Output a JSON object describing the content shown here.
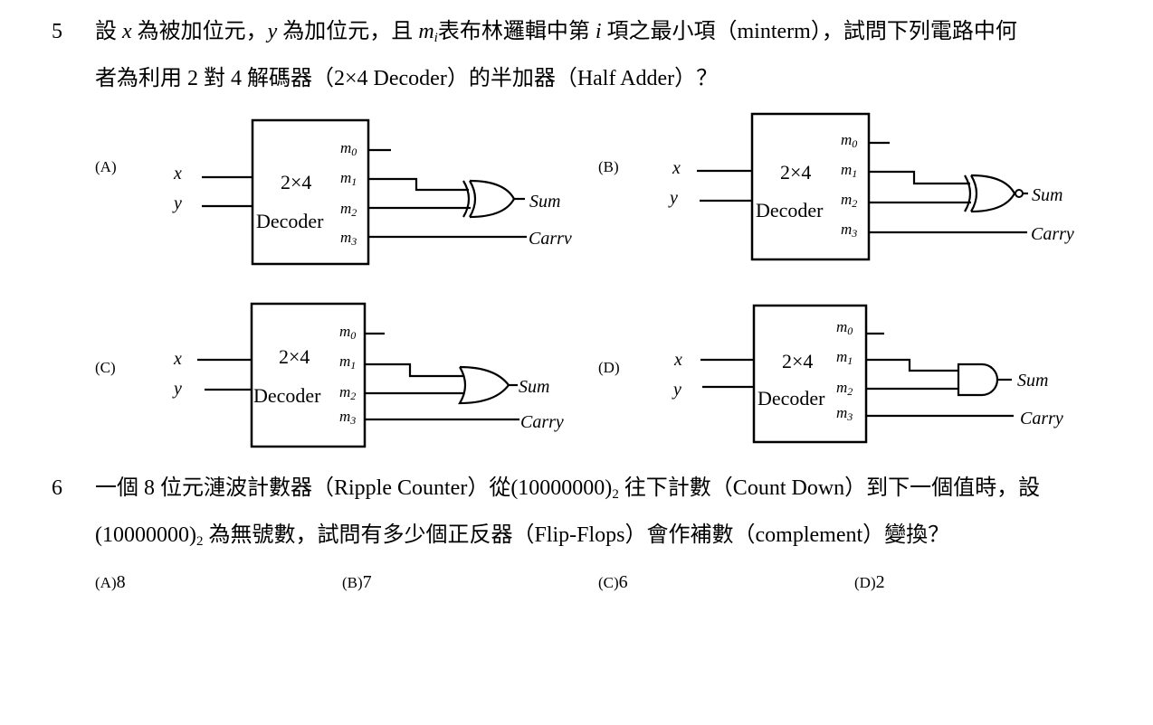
{
  "q5": {
    "number": "5",
    "p1": "設",
    "v_x": "x",
    "p2": "為被加位元，",
    "v_y": "y",
    "p3": "為加位元，且",
    "v_m": "m",
    "v_i_sub": "i",
    "p4": "表布林邏輯中第",
    "v_i": "i",
    "p5": "項之最小項（minterm），試問下列電路中何",
    "line2": "者為利用 2 對 4 解碼器（2×4 Decoder）的半加器（Half Adder）？"
  },
  "diagrams": {
    "decoder_label_top": "2×4",
    "decoder_label_bottom": "Decoder",
    "input_x": "x",
    "input_y": "y",
    "m_letter": "m",
    "m0_sub": "0",
    "m1_sub": "1",
    "m2_sub": "2",
    "m3_sub": "3",
    "sum": "Sum",
    "carry_A": "Carrv",
    "carry": "Carry",
    "option_A": "(A)",
    "option_B": "(B)",
    "option_C": "(C)",
    "option_D": "(D)"
  },
  "q6": {
    "number": "6",
    "l1a": "一個 8 位元漣波計數器（Ripple Counter）從(10000000)",
    "l1sub": "2",
    "l1b": "往下計數（Count Down）到下一個值時，設",
    "l2a": "(10000000)",
    "l2sub": "2",
    "l2b": "為無號數，試問有多少個正反器（Flip-Flops）會作補數（complement）變換？",
    "options": [
      {
        "label": "(A)",
        "value": "8"
      },
      {
        "label": "(B)",
        "value": "7"
      },
      {
        "label": "(C)",
        "value": "6"
      },
      {
        "label": "(D)",
        "value": "2"
      }
    ]
  }
}
